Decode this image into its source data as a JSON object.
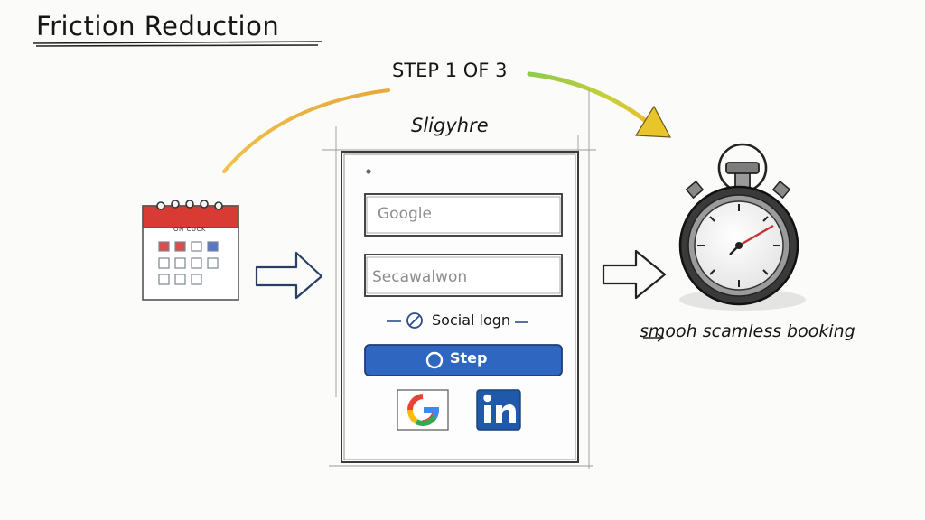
{
  "title": "Friction Reduction",
  "step_label": "STEP 1 OF 3",
  "form": {
    "title": "Sligyhre",
    "fields": [
      {
        "value": "Google"
      },
      {
        "value": "Secawalwon"
      }
    ],
    "social_login_label": "Social logn",
    "step_button_label": "Step",
    "social_buttons": [
      "google",
      "linkedin"
    ]
  },
  "calendar": {
    "label": "ON CUCK"
  },
  "outcome_label": "smooh scamless booking",
  "icons": [
    "calendar-icon",
    "arrow-right-icon",
    "stopwatch-icon",
    "google-logo-icon",
    "linkedin-logo-icon"
  ],
  "colors": {
    "calendar_header": "#d83a34",
    "button": "#2f66c0",
    "linkedin": "#1f5aa8",
    "curve_green": "#8fc74a",
    "curve_yellow": "#f2c12e"
  }
}
